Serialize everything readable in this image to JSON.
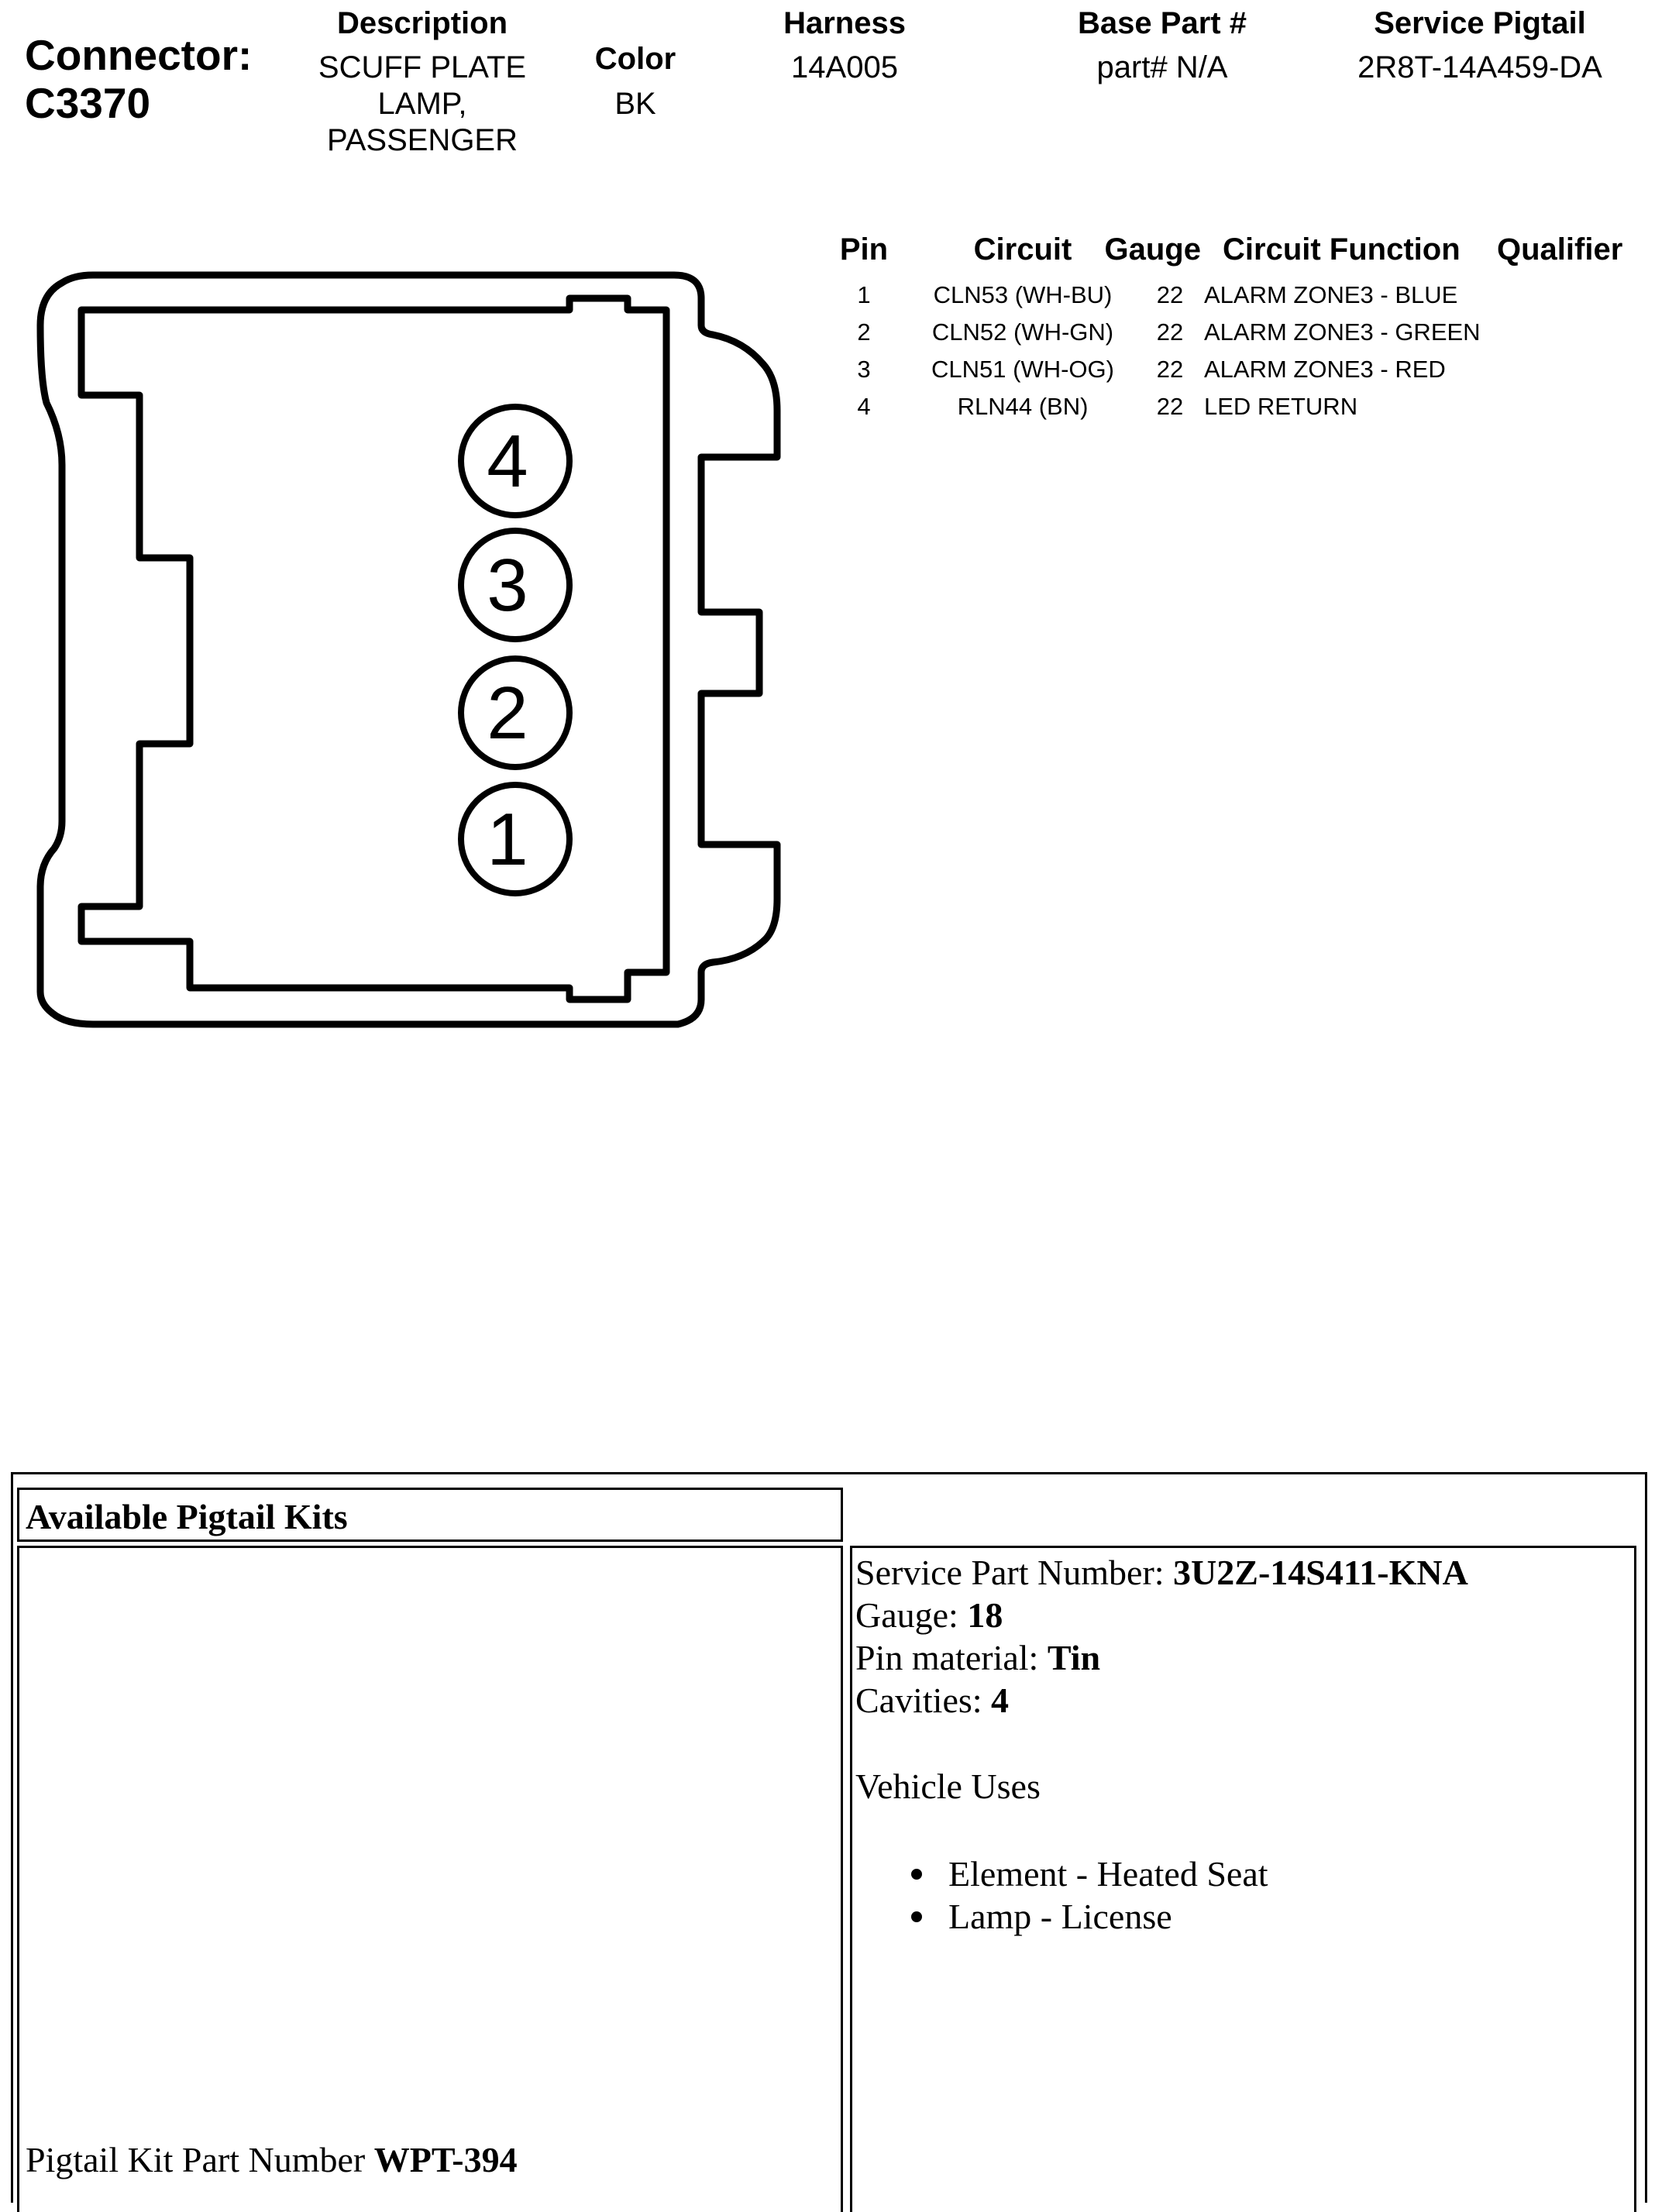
{
  "header": {
    "connector_label": "Connector:",
    "connector_id": "C3370",
    "description_label": "Description",
    "description_lines": [
      "SCUFF PLATE",
      "LAMP,",
      "PASSENGER"
    ],
    "color_label": "Color",
    "color_value": "BK",
    "harness_label": "Harness",
    "harness_value": "14A005",
    "base_part_label": "Base Part #",
    "base_part_value": "part# N/A",
    "service_pigtail_label": "Service Pigtail",
    "service_pigtail_value": "2R8T-14A459-DA"
  },
  "pin_table": {
    "headers": [
      "Pin",
      "Circuit",
      "Gauge",
      "Circuit Function",
      "Qualifier"
    ],
    "rows": [
      {
        "pin": "1",
        "circuit": "CLN53 (WH-BU)",
        "gauge": "22",
        "function": "ALARM ZONE3 - BLUE",
        "qualifier": ""
      },
      {
        "pin": "2",
        "circuit": "CLN52 (WH-GN)",
        "gauge": "22",
        "function": "ALARM ZONE3 - GREEN",
        "qualifier": ""
      },
      {
        "pin": "3",
        "circuit": "CLN51 (WH-OG)",
        "gauge": "22",
        "function": "ALARM ZONE3 - RED",
        "qualifier": ""
      },
      {
        "pin": "4",
        "circuit": "RLN44 (BN)",
        "gauge": "22",
        "function": "LED RETURN",
        "qualifier": ""
      }
    ]
  },
  "connector_diagram": {
    "pins": [
      "4",
      "3",
      "2",
      "1"
    ]
  },
  "pigtail_kits": {
    "title": "Available Pigtail Kits",
    "service_part_label": "Service Part Number: ",
    "service_part_value": "3U2Z-14S411-KNA",
    "gauge_label": "Gauge: ",
    "gauge_value": "18",
    "pin_material_label": "Pin material: ",
    "pin_material_value": "Tin",
    "cavities_label": "Cavities: ",
    "cavities_value": "4",
    "vehicle_uses_label": "Vehicle Uses",
    "vehicle_uses": [
      "Element - Heated Seat",
      "Lamp - License"
    ],
    "kit_part_label": "Pigtail Kit Part Number ",
    "kit_part_value": "WPT-394"
  }
}
